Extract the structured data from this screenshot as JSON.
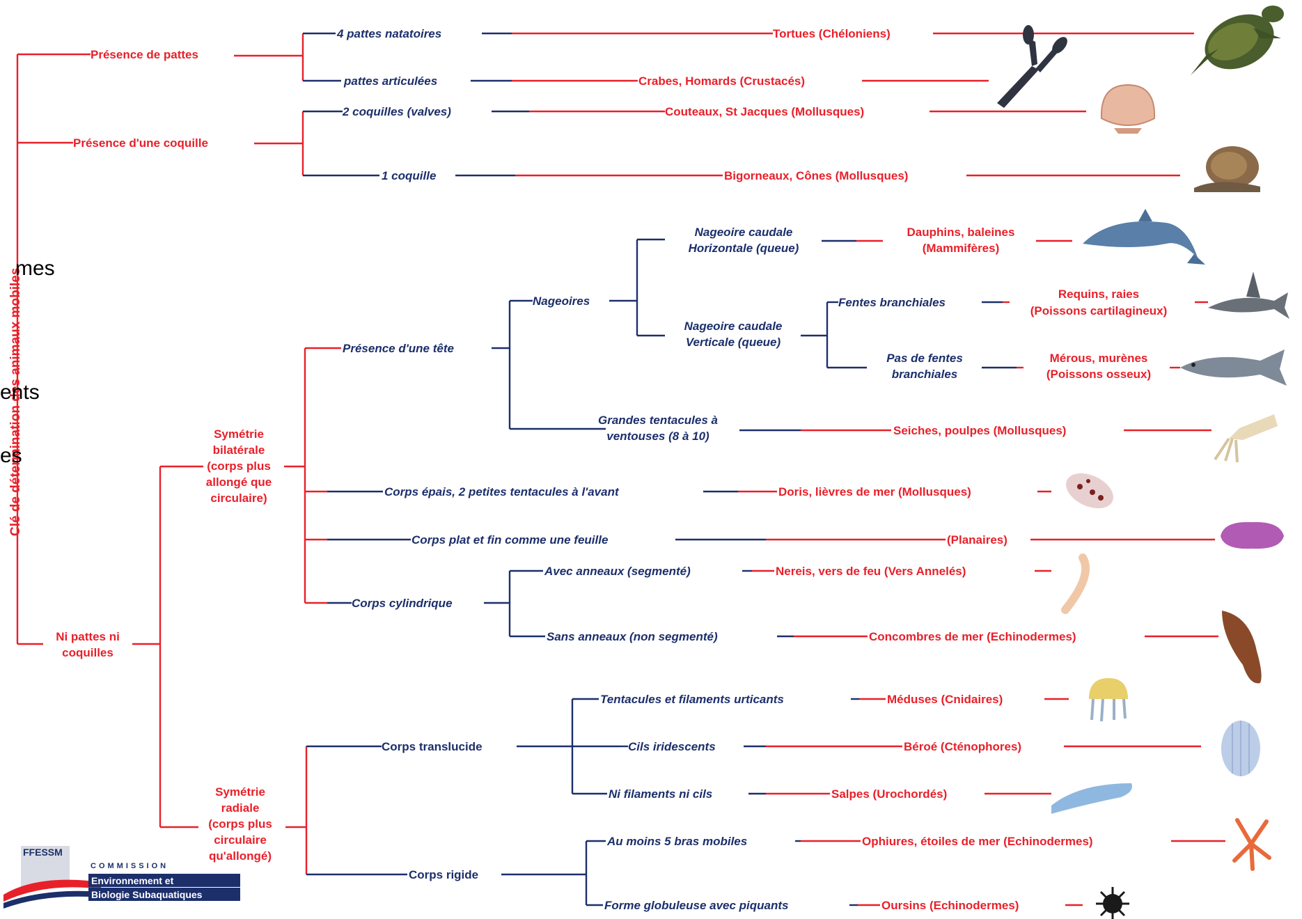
{
  "diagram": {
    "root": "Clé de détermination des animaux mobiles",
    "nodes": {
      "presence_pattes": "Présence de pattes",
      "pattes_natatoires": "4 pattes natatoires",
      "pattes_articulees": "pattes articulées",
      "presence_coquille": "Présence d'une coquille",
      "deux_coquilles": "2 coquilles (valves)",
      "une_coquille": "1 coquille",
      "ni_pattes_1": "Ni pattes ni",
      "ni_pattes_2": "coquilles",
      "sym_bilat_1": "Symétrie",
      "sym_bilat_2": "bilatérale",
      "sym_bilat_3": "(corps plus",
      "sym_bilat_4": "allongé que",
      "sym_bilat_5": "circulaire)",
      "presence_tete": "Présence d'une tête",
      "nageoires": "Nageoires",
      "caudale_h_1": "Nageoire caudale",
      "caudale_h_2": "Horizontale (queue)",
      "caudale_v_1": "Nageoire caudale",
      "caudale_v_2": "Verticale (queue)",
      "fentes": "Fentes branchiales",
      "pas_fentes_1": "Pas de fentes",
      "pas_fentes_2": "branchiales",
      "tentacules_1": "Grandes tentacules à",
      "tentacules_2": "ventouses (8 à 10)",
      "corps_epais": "Corps épais, 2 petites tentacules à l'avant",
      "corps_plat": "Corps plat et fin comme une feuille",
      "corps_cyl": "Corps cylindrique",
      "avec_anneaux": "Avec anneaux (segmenté)",
      "sans_anneaux": "Sans anneaux (non segmenté)",
      "sym_rad_1": "Symétrie",
      "sym_rad_2": "radiale",
      "sym_rad_3": "(corps plus",
      "sym_rad_4": "circulaire",
      "sym_rad_5": "qu'allongé)",
      "translucide": "Corps translucide",
      "urticants": "Tentacules et filaments urticants",
      "cils": "Cils iridescents",
      "ni_filaments": "Ni filaments ni cils",
      "rigide": "Corps rigide",
      "bras": "Au moins 5 bras mobiles",
      "globuleuse": "Forme globuleuse avec piquants"
    },
    "results": {
      "tortues": "Tortues (Chéloniens)",
      "crabes": "Crabes, Homards (Crustacés)",
      "couteaux": "Couteaux, St Jacques (Mollusques)",
      "bigorneaux": "Bigorneaux, Cônes (Mollusques)",
      "dauphins_1": "Dauphins, baleines",
      "dauphins_2": "(Mammifères)",
      "requins_1": "Requins, raies",
      "requins_2": "(Poissons cartilagineux)",
      "merous_1": "Mérous, murènes",
      "merous_2": "(Poissons osseux)",
      "seiches": "Seiches, poulpes (Mollusques)",
      "doris": "Doris, lièvres de mer (Mollusques)",
      "planaires": "(Planaires)",
      "nereis": "Nereis, vers de feu (Vers Annelés)",
      "concombres": "Concombres de mer (Echinodermes)",
      "meduses": "Méduses (Cnidaires)",
      "beroe": "Béroé (Cténophores)",
      "salpes": "Salpes (Urochordés)",
      "ophiures": "Ophiures, étoiles de mer (Echinodermes)",
      "oursins": "Oursins (Echinodermes)"
    },
    "ghost_text": [
      "mes",
      "ents",
      "es"
    ],
    "logo": {
      "acronym": "FFESSM",
      "line1": "COMMISSION",
      "line2": "Environnement et",
      "line3": "Biologie Subaquatiques"
    },
    "colors": {
      "red": "#e8202a",
      "blue": "#1c2f6b"
    },
    "icons": [
      "turtle-icon",
      "lobster-icon",
      "scallop-icon",
      "snail-icon",
      "dolphin-icon",
      "shark-icon",
      "fish-icon",
      "squid-icon",
      "nudibranch-icon",
      "flatworm-icon",
      "worm-icon",
      "sea-cucumber-icon",
      "jellyfish-icon",
      "comb-jelly-icon",
      "salp-icon",
      "starfish-icon",
      "urchin-icon"
    ]
  }
}
